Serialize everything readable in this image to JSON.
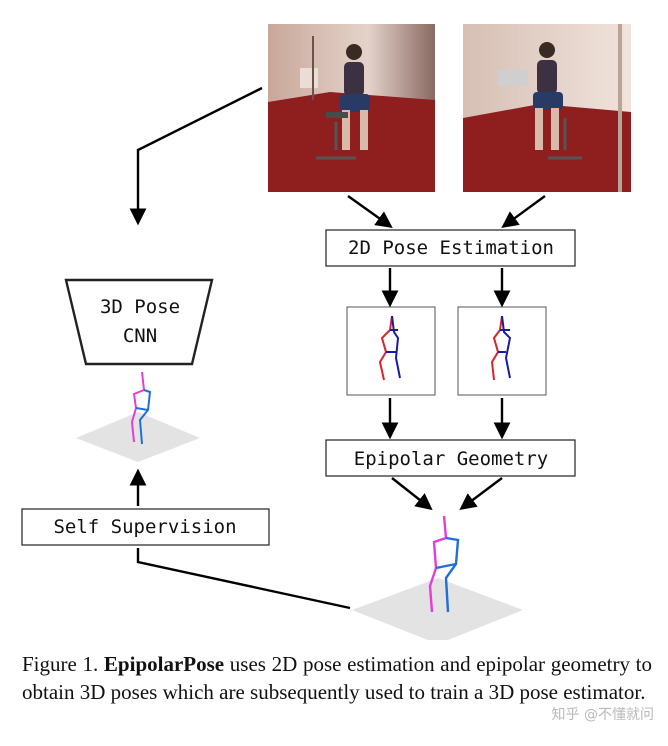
{
  "labels": {
    "pose_2d": "2D Pose Estimation",
    "epipolar": "Epipolar Geometry",
    "cnn_line1": "3D Pose",
    "cnn_line2": "CNN",
    "self_supervision": "Self Supervision"
  },
  "caption": {
    "prefix": "Figure 1.",
    "method": "EpipolarPose",
    "text": "uses 2D pose estimation and epipolar geometry to obtain 3D poses which are subsequently used to train a 3D pose estimator."
  },
  "watermark": "知乎 @不懂就问",
  "colors": {
    "limb_left": "#e53dd8",
    "limb_right": "#1f6fd6",
    "limb_red": "#e0202a",
    "limb_navy": "#1a1aa8",
    "photo_floor": "#8f1e1e",
    "ground_plane": "#e3e3e3"
  }
}
